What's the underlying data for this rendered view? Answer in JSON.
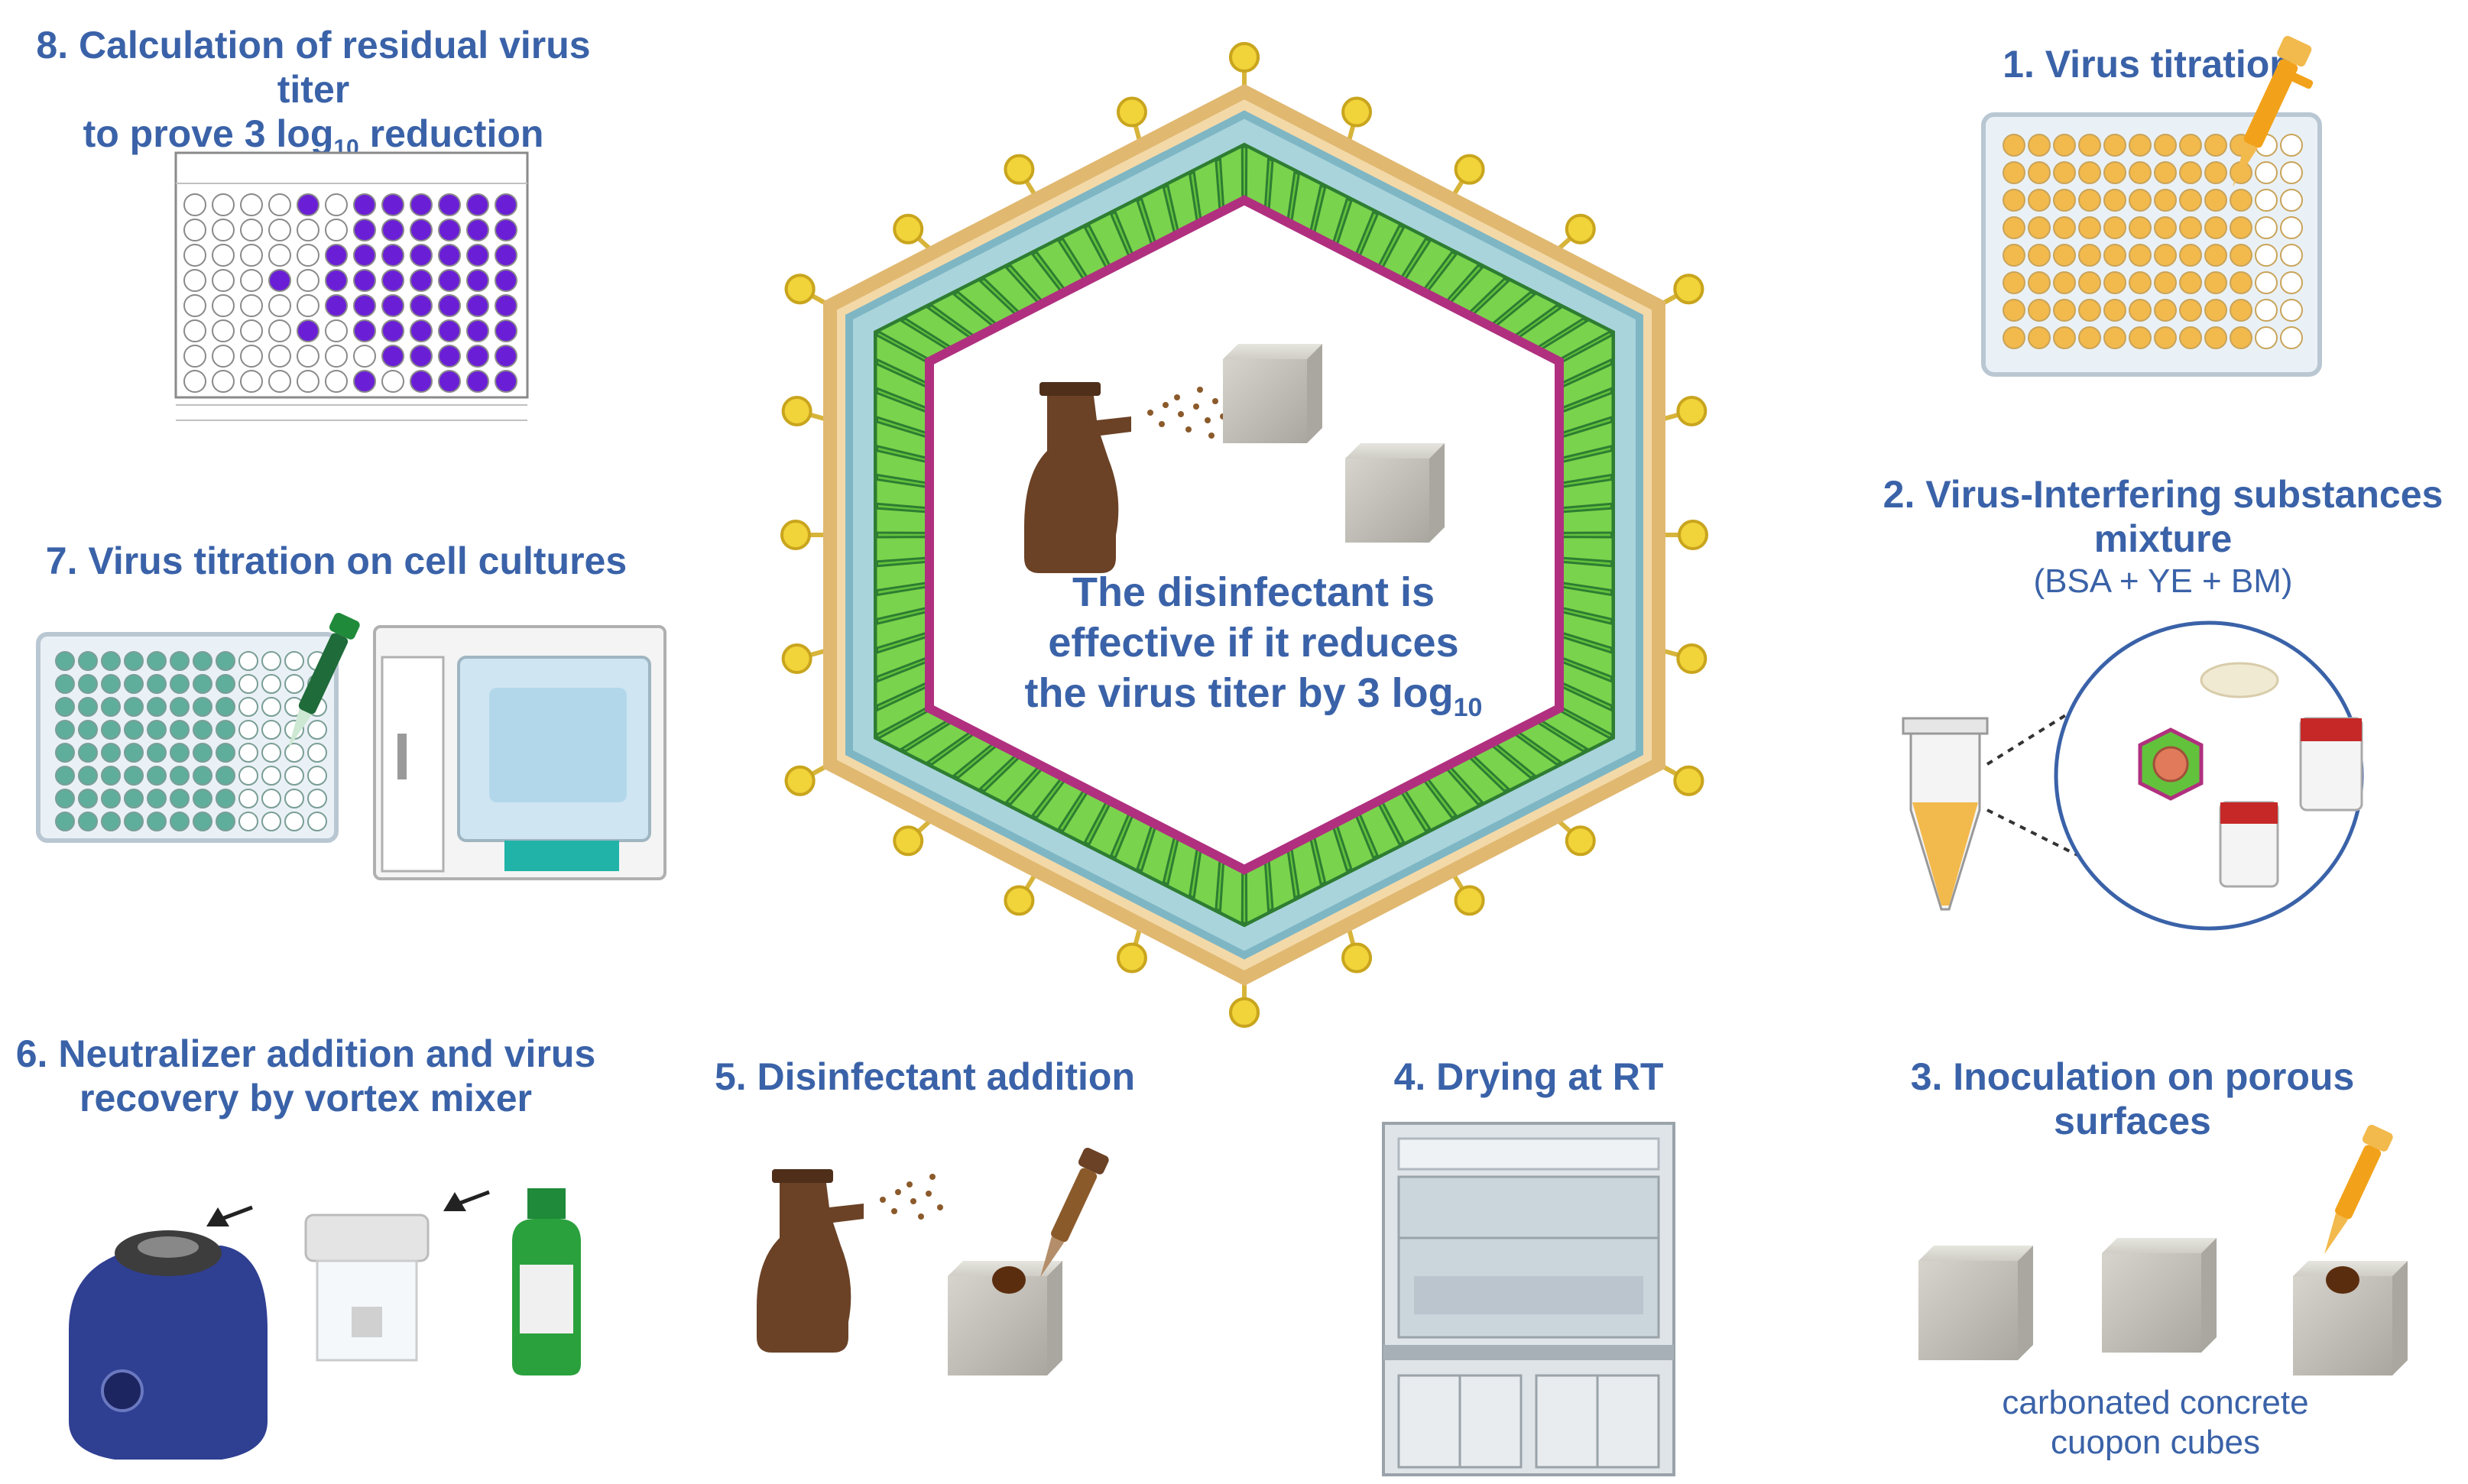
{
  "steps": {
    "s1": "1. Virus titration",
    "s2_line1": "2. Virus-Interfering substances",
    "s2_line2": "mixture",
    "s2_sub": "(BSA + YE + BM)",
    "s3_line1": "3. Inoculation on porous",
    "s3_line2": "surfaces",
    "s3_sub_line1": "carbonated concrete",
    "s3_sub_line2": "cuopon cubes",
    "s4": "4. Drying at RT",
    "s5": "5. Disinfectant addition",
    "s6_line1": "6. Neutralizer addition and virus",
    "s6_line2": "recovery  by vortex mixer",
    "s7": "7. Virus titration on cell cultures",
    "s8_line1": "8. Calculation of residual virus titer",
    "s8_line2_prefix": "to prove 3 log",
    "s8_line2_sub": "10",
    "s8_line2_suffix": " reduction"
  },
  "center": {
    "line1": "The disinfectant is",
    "line2": "effective if it reduces",
    "line3_prefix": "the virus titer by 3 log",
    "line3_sub": "10"
  },
  "colors": {
    "title": "#3a62a8",
    "capsid_green": "#62c23c",
    "hexagon_outline": "#b0307f",
    "plate_orange": "#f2b94c",
    "plate_teal": "#5fae9c",
    "plate_purple": "#6a1fd6",
    "spray_brown": "#6b4226"
  },
  "icons": [
    "pipette-icon",
    "spray-bottle-icon",
    "concrete-cube-icon",
    "incubator-icon",
    "vortex-mixer-icon",
    "fume-hood-icon",
    "tube-icon",
    "bottle-icon"
  ]
}
